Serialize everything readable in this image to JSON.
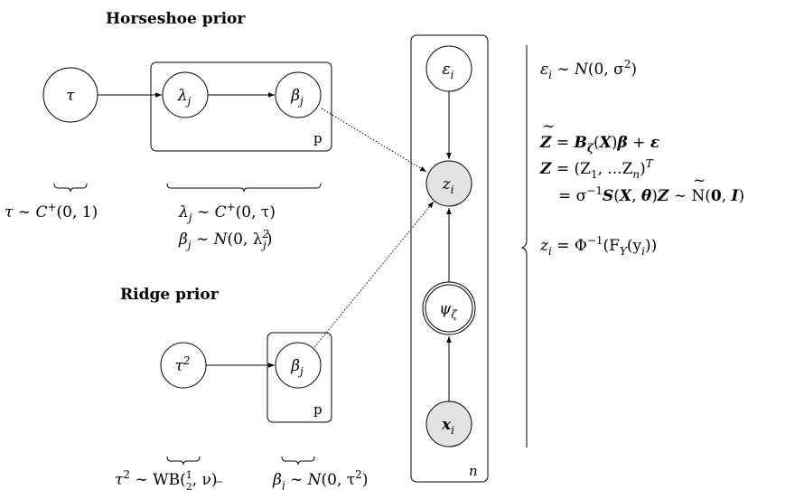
{
  "horseshoe": {
    "title": "Horseshoe prior",
    "tau_node": "τ",
    "lambda_node": "λ",
    "lambda_sub": "j",
    "beta_node": "β",
    "beta_sub": "j",
    "plate_label": "p",
    "tau_prior": {
      "lhs": "τ",
      "rel": " ∼ ",
      "fn": "C",
      "sup": "+",
      "args": "(0, 1)"
    },
    "lambda_prior": {
      "lhs": "λ",
      "sub": "j",
      "rel": " ∼ ",
      "fn": "C",
      "sup": "+",
      "args": "(0, τ)"
    },
    "beta_prior": {
      "lhs": "β",
      "sub": "j",
      "rel": " ∼ ",
      "fn": "N",
      "args_open": "(0, λ",
      "args_sub": "j",
      "args_sup": "2",
      "args_close": ")"
    }
  },
  "ridge": {
    "title": "Ridge prior",
    "tau2_node": "τ",
    "tau2_sup": "2",
    "beta_node": "β",
    "beta_sub": "j",
    "plate_label": "p",
    "tau2_prior": {
      "lhs": "τ",
      "lhs_sup": "2",
      "rel": " ∼ WB(",
      "frac_num": "1",
      "frac_den": "2",
      "tail": ", ν)"
    },
    "beta_prior": {
      "lhs": "β",
      "sub": "j",
      "rel": " ∼ ",
      "fn": "N",
      "args_open": "(0, τ",
      "args_sup": "2",
      "args_close": ")"
    }
  },
  "model": {
    "epsilon_node": "ε",
    "epsilon_sub": "i",
    "z_node": "z",
    "z_sub": "i",
    "psi_node": "ψ",
    "psi_sub": "ζ",
    "x_node": "x",
    "x_sub": "i",
    "plate_label": "n"
  },
  "equations": {
    "eq1": {
      "lhs": "ε",
      "sub": "i",
      "rel": " ∼ ",
      "fn": "N",
      "args_open": "(0, σ",
      "args_sup": "2",
      "args_close": ")"
    },
    "eq2": {
      "lhs": "Z",
      "rel": " = ",
      "b": "B",
      "b_sub": "ζ",
      "open": "(",
      "x": "X",
      "close": ")",
      "beta": "β",
      "plus": " + ",
      "eps": "ε"
    },
    "eq3": {
      "lhs": "Z",
      "rel": " = (Z",
      "s1": "1",
      "mid": ", ...Z",
      "sn": "n",
      "close": ")",
      "sup": "T"
    },
    "eq4": {
      "rel": "= σ",
      "sup": "−1",
      "s": "S",
      "open": "(",
      "x": "X",
      "comma": ", ",
      "theta": "θ",
      "close": ")",
      "z": "Z",
      "sim": " ∼ N(",
      "zero": "0",
      "comma2": ", ",
      "eye": "I",
      "end": ")"
    },
    "eq5": {
      "lhs": "z",
      "sub": "i",
      "rel": " = Φ",
      "sup": "−1",
      "open": "(F",
      "fsub": "Y",
      "inner": "(y",
      "ysub": "i",
      "close": "))"
    }
  },
  "colors": {
    "observed_fill": "#e3e3e3",
    "stroke": "#000000"
  }
}
